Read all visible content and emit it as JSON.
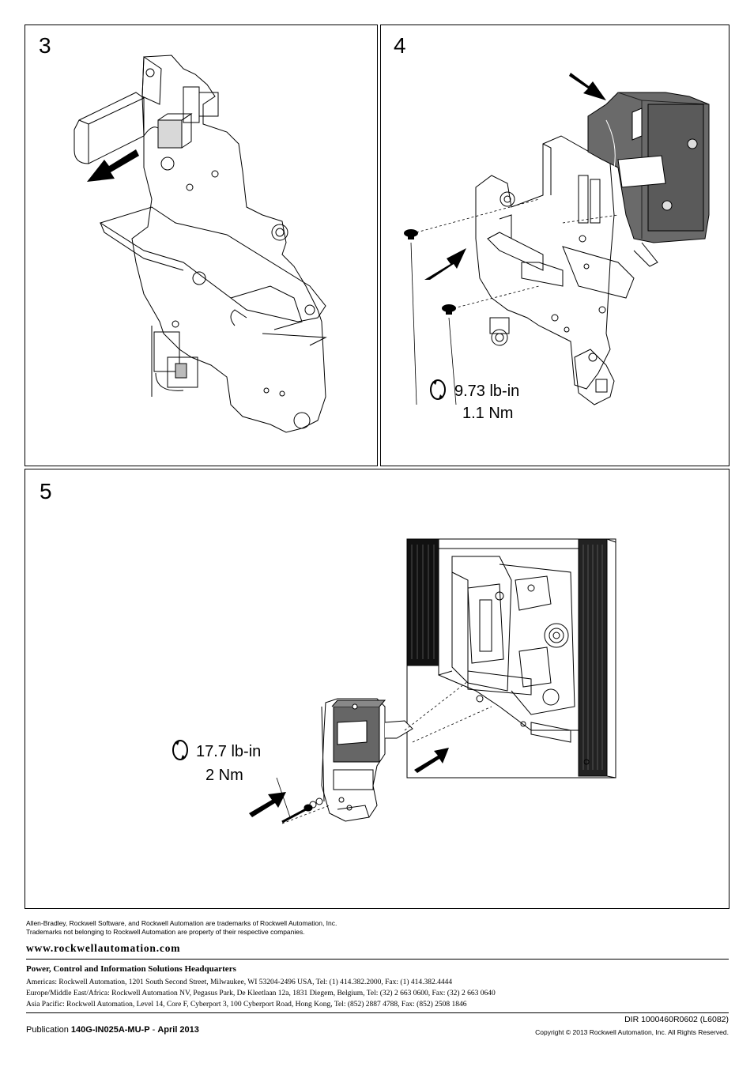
{
  "panels": {
    "step3": {
      "number": "3"
    },
    "step4": {
      "number": "4",
      "torque_imperial": "9.73 lb-in",
      "torque_metric": "1.1 Nm"
    },
    "step5": {
      "number": "5",
      "torque_imperial": "17.7 lb-in",
      "torque_metric": "2 Nm"
    }
  },
  "icons": {
    "torque": "torque-rotation-icon",
    "arrow": "direction-arrow-icon"
  },
  "footer": {
    "trademark_line1": "Allen-Bradley, Rockwell Software, and Rockwell Automation are trademarks of Rockwell Automation, Inc.",
    "trademark_line2": "Trademarks not belonging to Rockwell Automation are property of their respective companies.",
    "website": "www.rockwellautomation.com",
    "hq_title": "Power, Control and Information Solutions Headquarters",
    "address_americas": "Americas: Rockwell Automation, 1201 South Second Street, Milwaukee, WI 53204-2496 USA, Tel: (1) 414.382.2000, Fax: (1) 414.382.4444",
    "address_europe": "Europe/Middle East/Africa: Rockwell Automation NV, Pegasus Park, De Kleetlaan 12a, 1831 Diegem, Belgium, Tel: (32) 2 663 0600, Fax: (32) 2 663 0640",
    "address_asia": "Asia Pacific: Rockwell Automation, Level 14, Core F, Cyberport 3, 100 Cyberport Road, Hong Kong, Tel: (852) 2887 4788, Fax: (852) 2508 1846",
    "publication_label": "Publication",
    "publication_number": "140G-IN025A-MU-P",
    "publication_sep": " - ",
    "publication_date": "April 2013",
    "dir_code": "DIR 1000460R0602 (L6082)",
    "copyright": "Copyright © 2013 Rockwell Automation, Inc. All Rights Reserved."
  }
}
